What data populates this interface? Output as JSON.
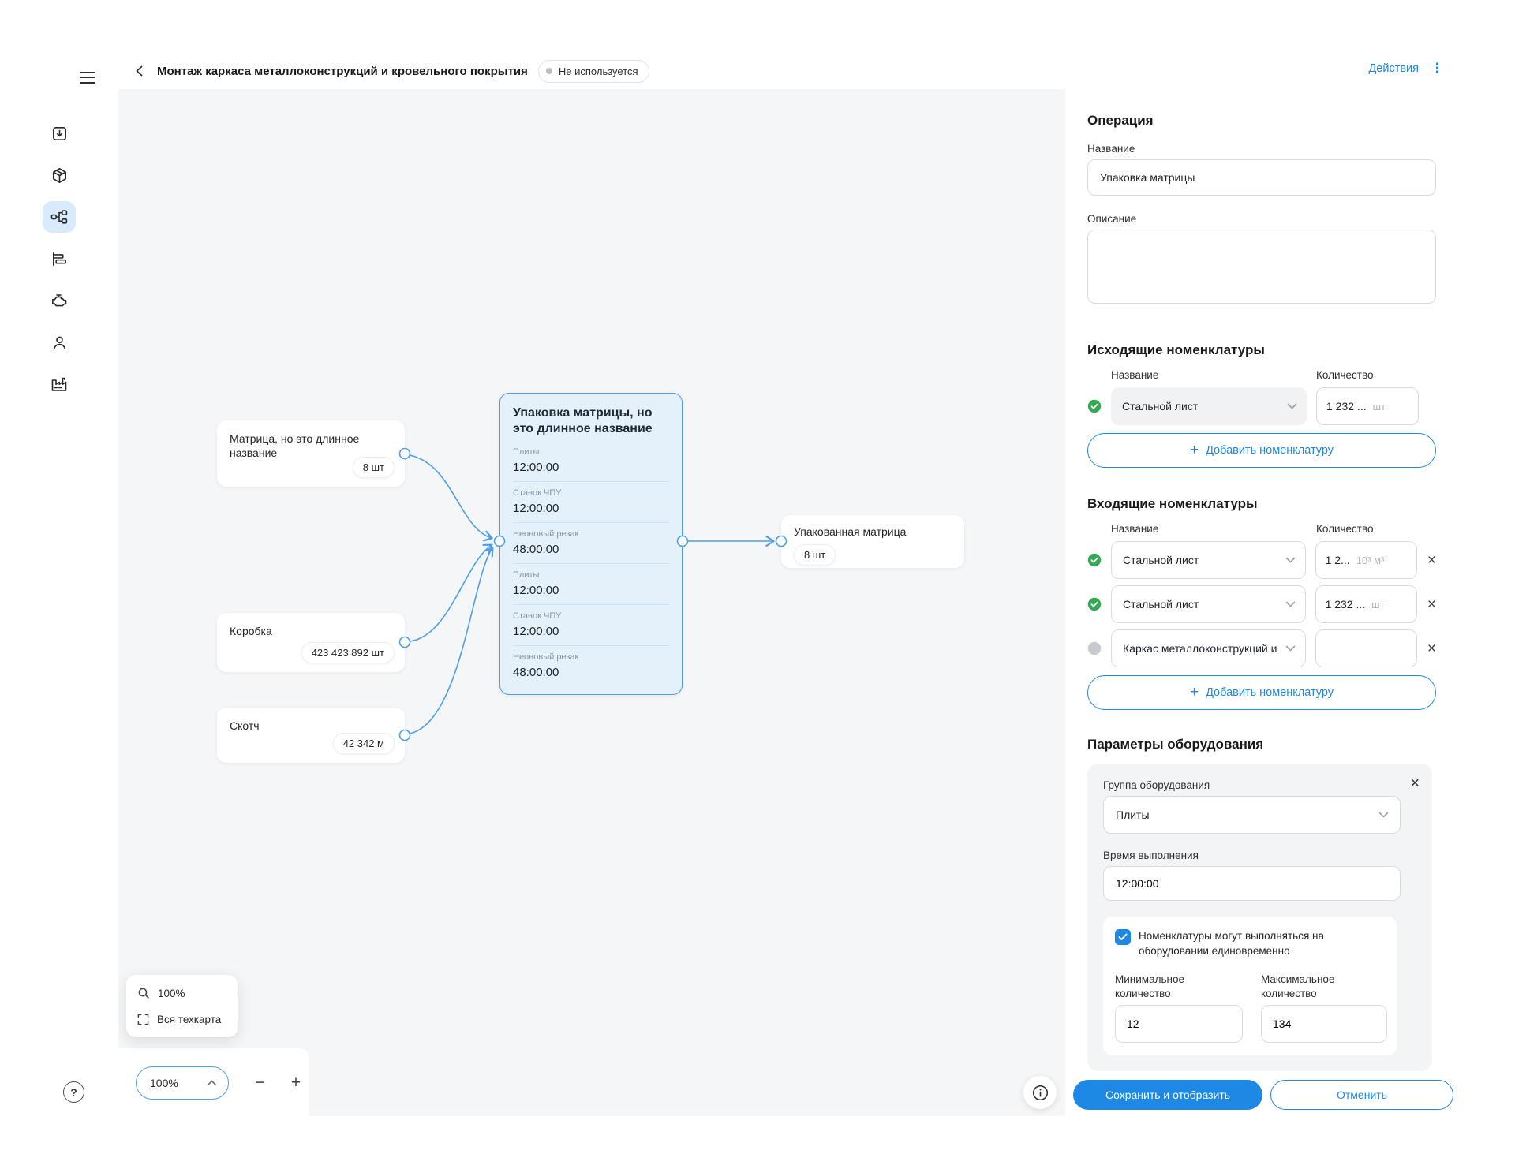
{
  "header": {
    "title": "Монтаж каркаса металлоконструкций и кровельного покрытия",
    "status_badge": "Не используется",
    "actions_label": "Действия"
  },
  "glyphs": {
    "kebab": "⋮",
    "close": "×",
    "minus": "−",
    "plus": "+",
    "help": "?"
  },
  "canvas": {
    "nodes": {
      "matrix": {
        "title": "Матрица, но это длинное название",
        "badge": "8 шт"
      },
      "box": {
        "title": "Коробка",
        "badge": "423 423 892 шт"
      },
      "tape": {
        "title": "Скотч",
        "badge": "42 342 м"
      },
      "output": {
        "title": "Упакованная матрица",
        "badge": "8 шт"
      },
      "operation": {
        "title": "Упаковка матрицы, но это длинное название",
        "rows": [
          {
            "label": "Плиты",
            "value": "12:00:00"
          },
          {
            "label": "Станок ЧПУ",
            "value": "12:00:00"
          },
          {
            "label": "Неоновый резак",
            "value": "48:00:00"
          },
          {
            "label": "Плиты",
            "value": "12:00:00"
          },
          {
            "label": "Станок ЧПУ",
            "value": "12:00:00"
          },
          {
            "label": "Неоновый резак",
            "value": "48:00:00"
          }
        ]
      }
    },
    "zoom_menu": {
      "zoom_option": "100%",
      "fit_option": "Вся техкарта"
    },
    "zoom_control": {
      "value": "100%"
    },
    "accent_color": "#4d9fe8"
  },
  "panel": {
    "operation_section": {
      "title": "Операция",
      "name_label": "Название",
      "name_value": "Упаковка матрицы",
      "description_label": "Описание",
      "description_value": ""
    },
    "outgoing": {
      "title": "Исходящие номенклатуры",
      "col_name": "Название",
      "col_qty": "Количество",
      "rows": [
        {
          "status": "ok",
          "name": "Стальной лист",
          "qty": "1 232 ...",
          "unit": "шт"
        }
      ],
      "add_label": "Добавить номенклатуру"
    },
    "incoming": {
      "title": "Входящие номенклатуры",
      "col_name": "Название",
      "col_qty": "Количество",
      "rows": [
        {
          "status": "ok",
          "name": "Стальной лист",
          "qty": "1 2...",
          "unit": "10³ м³"
        },
        {
          "status": "ok",
          "name": "Стальной лист",
          "qty": "1 232 ...",
          "unit": "шт"
        },
        {
          "status": "pending",
          "name": "Каркас металлоконструкций и ...",
          "qty": "",
          "unit": ""
        }
      ],
      "add_label": "Добавить номенклатуру"
    },
    "equipment": {
      "title": "Параметры оборудования",
      "group_label": "Группа оборудования",
      "group_value": "Плиты",
      "time_label": "Время выполнения",
      "time_value": "12:00:00",
      "checkbox_checked": true,
      "checkbox_label": "Номенклатуры могут выполняться на оборудовании единовременно",
      "min_label": "Минимальное количество",
      "min_value": "12",
      "max_label": "Максимальное количество",
      "max_value": "134"
    },
    "footer": {
      "save_label": "Сохранить и отобразить",
      "cancel_label": "Отменить"
    }
  }
}
